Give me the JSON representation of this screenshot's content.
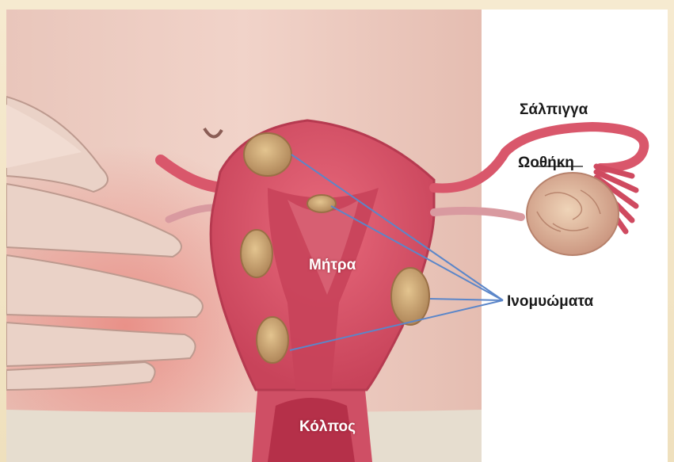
{
  "labels": {
    "fallopian_tube": "Σάλπιγγα",
    "ovary": "Ωοθήκη",
    "uterus": "Μήτρα",
    "fibroids": "Ινομυώματα",
    "vagina": "Κόλπος"
  },
  "colors": {
    "skin": "#efc9bf",
    "uterus_outer": "#d9576b",
    "uterus_inner": "#c23a52",
    "fibroid": "#c9a774",
    "pointer_line": "#5b86c9"
  }
}
